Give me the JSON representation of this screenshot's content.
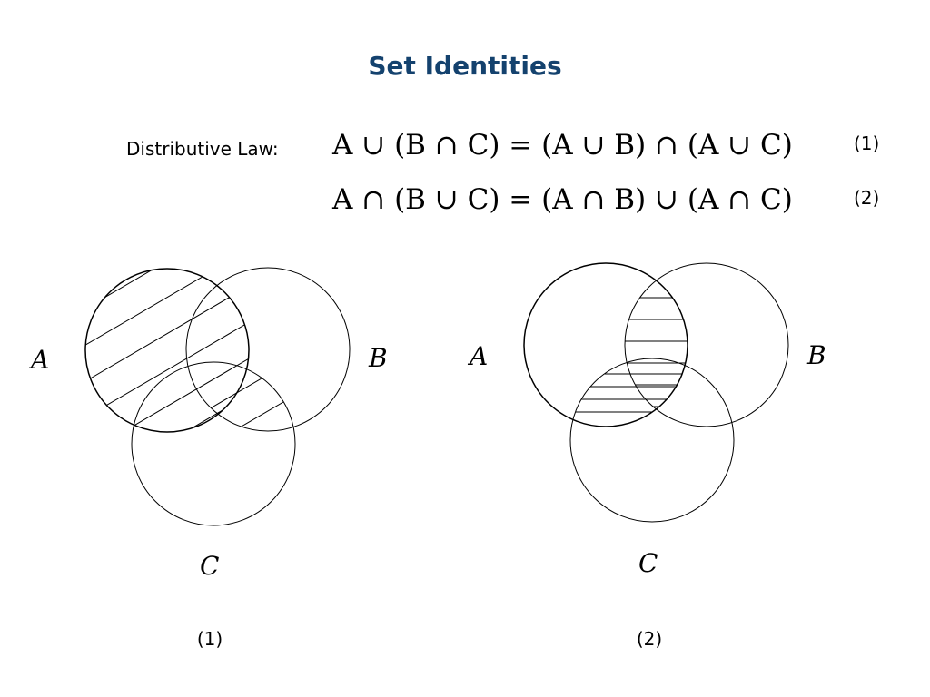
{
  "title": "Set Identities",
  "law_label": "Distributive Law:",
  "equations": [
    {
      "text": "A ∪ (B ∩ C) = (A ∪ B) ∩ (A ∪ C)",
      "number": "(1)"
    },
    {
      "text": "A ∩ (B ∪ C) = (A ∩ B) ∪ (A ∩ C)",
      "number": "(2)"
    }
  ],
  "diagrams": [
    {
      "set_labels": {
        "a": "A",
        "b": "B",
        "c": "C"
      },
      "caption": "(1)",
      "shading": "diagonal"
    },
    {
      "set_labels": {
        "a": "A",
        "b": "B",
        "c": "C"
      },
      "caption": "(2)",
      "shading": "horizontal"
    }
  ]
}
